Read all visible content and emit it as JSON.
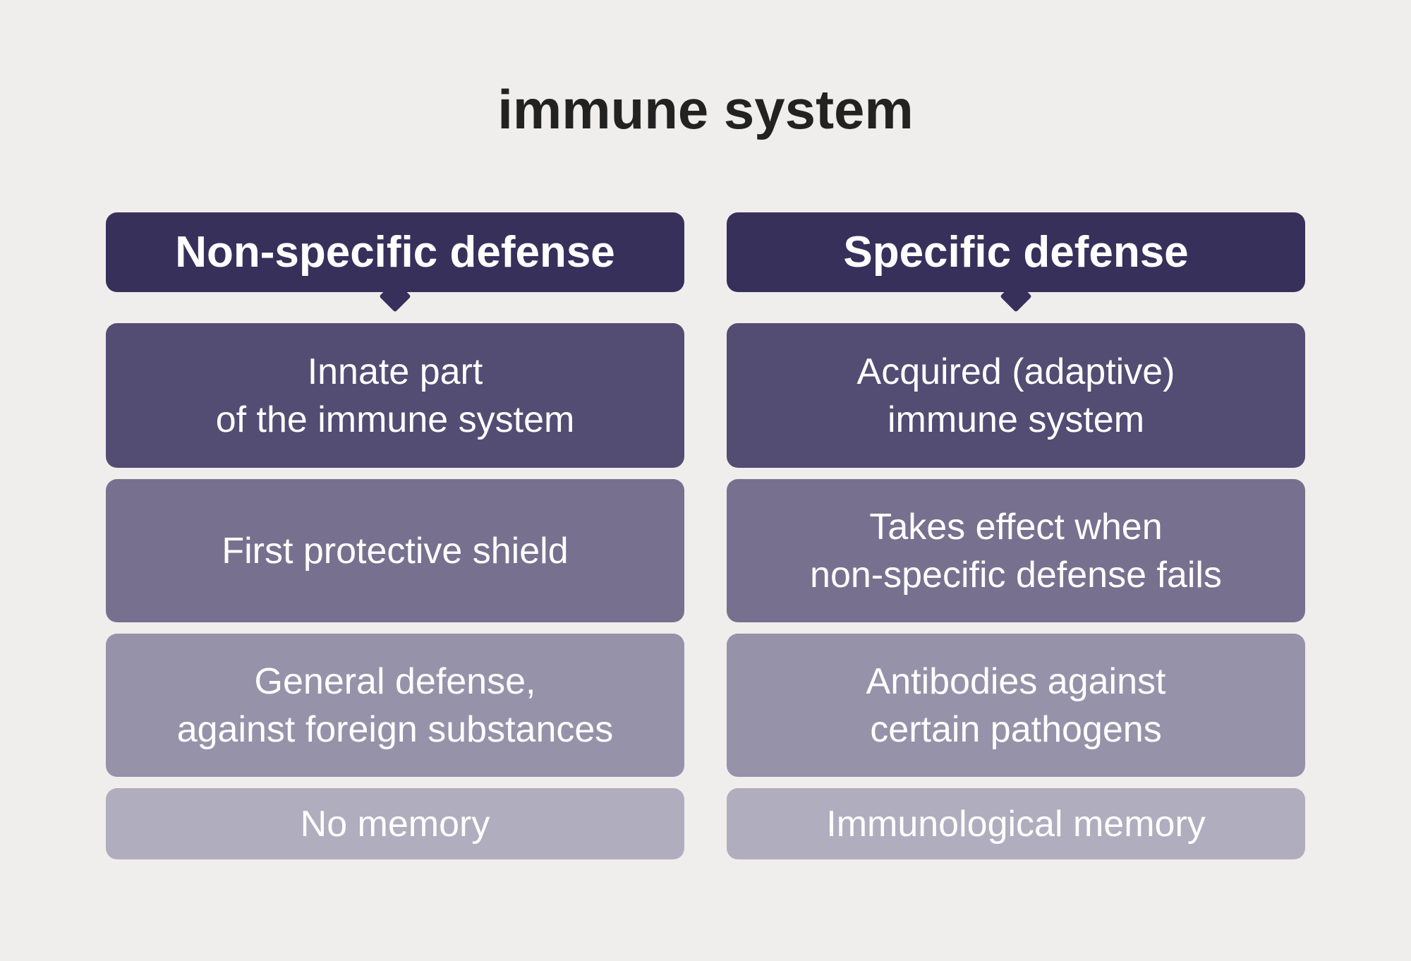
{
  "title": "immune system",
  "colors": {
    "background": "#efeeec",
    "header": "#37305b",
    "row1": "#534c73",
    "row2": "#77718f",
    "row3": "#9692a9",
    "row4": "#b0adbe"
  },
  "columns": [
    {
      "header": "Non-specific defense",
      "rows": [
        "Innate part\nof the immune system",
        "First protective shield",
        "General defense,\nagainst foreign substances",
        "No memory"
      ]
    },
    {
      "header": "Specific defense",
      "rows": [
        "Acquired (adaptive)\nimmune system",
        "Takes effect when\nnon-specific defense fails",
        "Antibodies against\ncertain pathogens",
        "Immunological memory"
      ]
    }
  ]
}
